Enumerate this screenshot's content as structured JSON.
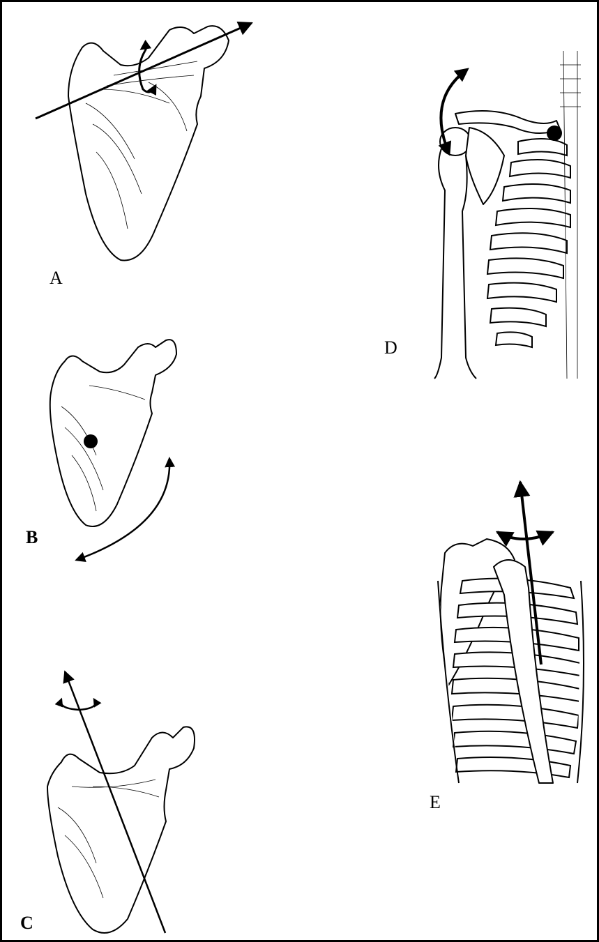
{
  "labels": {
    "a": "A",
    "b": "B",
    "c": "C",
    "d": "D",
    "e": "E"
  },
  "colors": {
    "ink": "#000000",
    "paper": "#ffffff"
  },
  "icons": {
    "rotation_arrow": "curved-double-arrow",
    "axis_arrow": "straight-arrow",
    "pivot_dot": "filled-circle"
  }
}
